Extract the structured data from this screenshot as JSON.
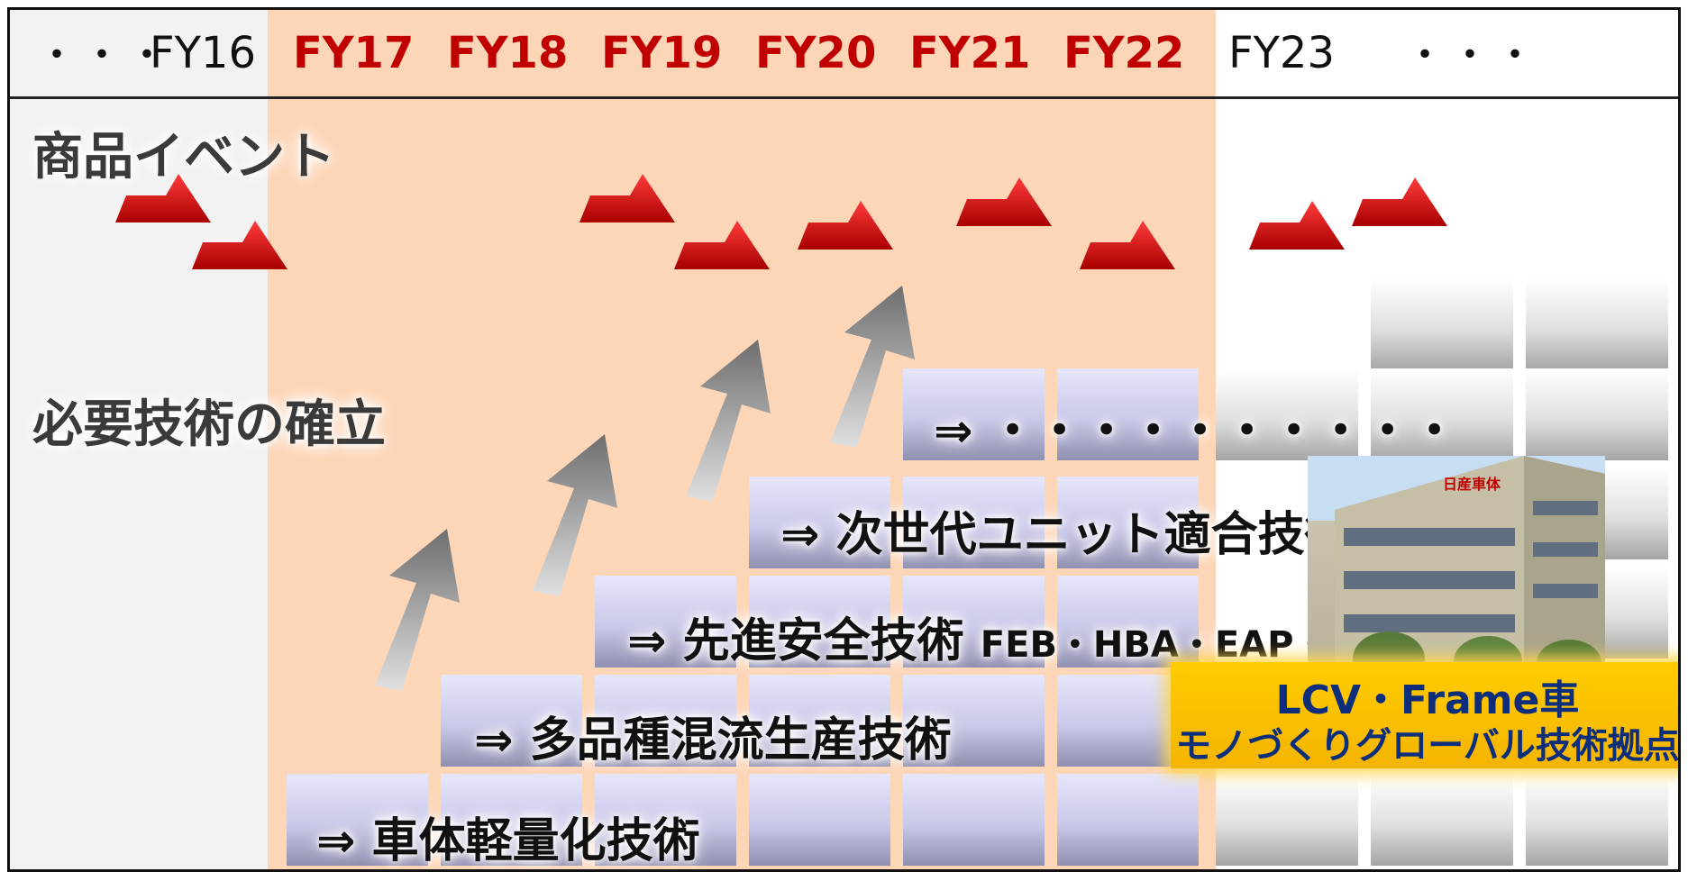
{
  "header": {
    "dots_left": "・・・",
    "years": [
      {
        "label": "FY16",
        "highlight": false
      },
      {
        "label": "FY17",
        "highlight": true
      },
      {
        "label": "FY18",
        "highlight": true
      },
      {
        "label": "FY19",
        "highlight": true
      },
      {
        "label": "FY20",
        "highlight": true
      },
      {
        "label": "FY21",
        "highlight": true
      },
      {
        "label": "FY22",
        "highlight": true
      },
      {
        "label": "FY23",
        "highlight": false
      }
    ],
    "dots_right": "・・・"
  },
  "sections": {
    "events_title": "商品イベント",
    "tech_title": "必要技術の確立"
  },
  "steps": [
    {
      "label": "⇒ 車体軽量化技術",
      "note": ""
    },
    {
      "label": "⇒ 多品種混流生産技術",
      "note": ""
    },
    {
      "label": "⇒ 先進安全技術",
      "note": "FEB・HBA・EAP・・・"
    },
    {
      "label": "⇒ 次世代ユニット適合技術",
      "note": ""
    },
    {
      "label": "⇒ ・・・・・・・・・・",
      "note": ""
    }
  ],
  "banner": {
    "line1": "LCV・Frame車",
    "line2": "モノづくりグローバル技術拠点"
  },
  "photo": {
    "sign": "日産車体"
  },
  "colors": {
    "highlight_band": "#fdd6b8",
    "year_highlight": "#c00000",
    "banner_bg": "#ffcc00",
    "banner_text": "#0d2e7a",
    "event_icon": "#c00000"
  },
  "icons": {
    "event": "red-step-arrow-icon",
    "progress": "gray-up-arrow-icon"
  }
}
